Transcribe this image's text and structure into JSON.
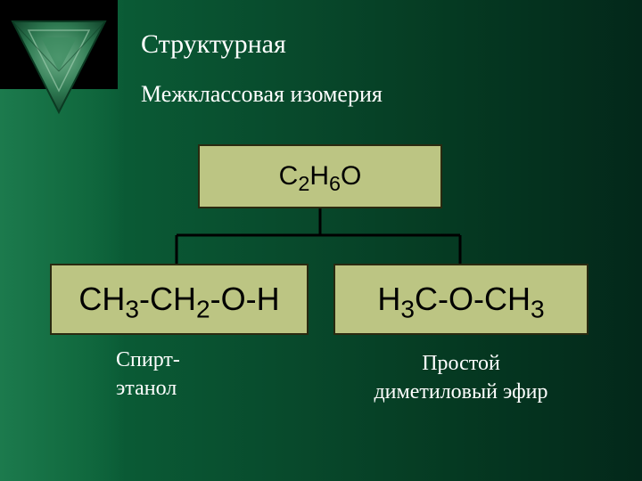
{
  "slide": {
    "title": "Структурная",
    "subtitle": "Межклассовая изомерия"
  },
  "root": {
    "parts": [
      {
        "text": "C"
      },
      {
        "sub": "2"
      },
      {
        "text": "H"
      },
      {
        "sub": "6"
      },
      {
        "text": "O"
      }
    ]
  },
  "left": {
    "parts": [
      {
        "text": "CH"
      },
      {
        "sub": "3"
      },
      {
        "text": "-CH"
      },
      {
        "sub": "2"
      },
      {
        "text": "-O-H"
      }
    ],
    "caption_line1": "Спирт-",
    "caption_line2": "этанол"
  },
  "right": {
    "parts": [
      {
        "text": "H"
      },
      {
        "sub": "3"
      },
      {
        "text": "C-O-CH"
      },
      {
        "sub": "3"
      }
    ],
    "caption_line1": "Простой",
    "caption_line2": "диметиловый эфир"
  },
  "colors": {
    "box_fill": "#bcc583",
    "background": "#084a2c",
    "text": "#ffffff"
  },
  "icons": {
    "logo": "green-triangle-logo-icon"
  }
}
